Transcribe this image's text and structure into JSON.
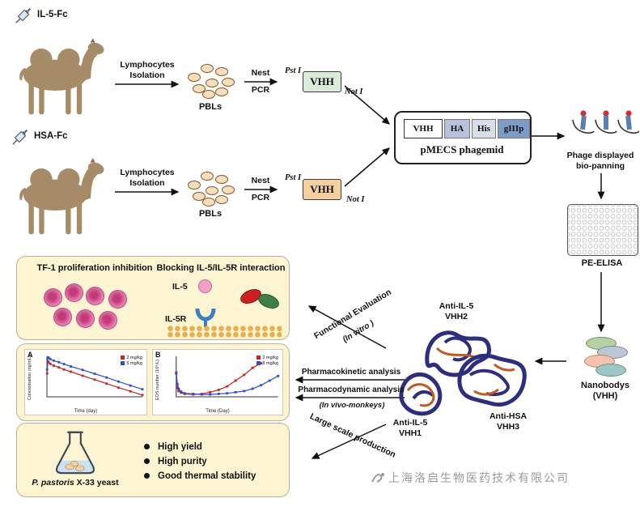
{
  "colors": {
    "panel_bg": "#fdf5d1",
    "vhh_green_fill": "#d9ecd9",
    "vhh_orange_fill": "#f5cf9e",
    "ribbon_navy": "#2e2e80",
    "ribbon_orange": "#c25a20",
    "inhibit_red": "#d42020",
    "receptor_blue": "#3a7fc1",
    "membrane_orange": "#e8b04a",
    "camel_tan": "#a68c66"
  },
  "top": {
    "antigen1": "IL-5-Fc",
    "antigen2": "HSA-Fc",
    "lymph_line1": "Lymphocytes",
    "lymph_line2": "Isolation",
    "nest": "Nest",
    "pcr": "PCR",
    "pbls": "PBLs",
    "pst": "Pst I",
    "not": "Not I",
    "vhh": "VHH",
    "phagemid": {
      "title": "pMECS phagemid",
      "segments": [
        "VHH",
        "HA",
        "His",
        "gIIIp"
      ]
    }
  },
  "right": {
    "biopanning_line1": "Phage displayed",
    "biopanning_line2": "bio-panning",
    "elisa": "PE-ELISA",
    "nanobodys_line1": "Nanobodys",
    "nanobodys_line2": "(VHH)"
  },
  "proteins": {
    "vhh2_line1": "Anti-IL-5",
    "vhh2_line2": "VHH2",
    "vhh1_line1": "Anti-IL-5",
    "vhh1_line2": "VHH1",
    "vhh3_line1": "Anti-HSA",
    "vhh3_line2": "VHH3"
  },
  "flows": {
    "functional": "Functional Evaluation",
    "functional_sub": "(In vitro )",
    "pk": "Pharmacokinetic analysis",
    "pd": "Pharmacodynamic analysis",
    "invivo": "(In vivo-monkeys)",
    "production": "Large scale production"
  },
  "panel1": {
    "left_title": "TF-1 proliferation inhibition",
    "right_title": "Blocking IL-5/IL-5R interaction",
    "il5": "IL-5",
    "il5r": "IL-5R"
  },
  "panel3": {
    "yeast_italic": "P. pastoris",
    "yeast_rest": " X-33 yeast",
    "bullets": [
      "High yield",
      "High purity",
      "Good thermal stability"
    ]
  },
  "watermark": "上海洛启生物医药技术有限公司",
  "chart_data": [
    {
      "id": "pharmacokinetics",
      "type": "line",
      "title": "A",
      "ylabel": "Concentration (ng/mL)",
      "xlabel": "Time (day)",
      "ylog": true,
      "xlim": [
        0,
        56
      ],
      "ylim": [
        10,
        100000
      ],
      "legend_position": "top-right",
      "series": [
        {
          "name": "2 mg/kg",
          "color": "#cc2222",
          "points": [
            [
              0.1,
              2000
            ],
            [
              0.5,
              30000
            ],
            [
              1,
              25000
            ],
            [
              2,
              18000
            ],
            [
              4,
              12000
            ],
            [
              7,
              8000
            ],
            [
              10,
              5000
            ],
            [
              14,
              3000
            ],
            [
              21,
              1200
            ],
            [
              28,
              500
            ],
            [
              35,
              200
            ],
            [
              42,
              80
            ],
            [
              49,
              35
            ],
            [
              56,
              15
            ]
          ]
        },
        {
          "name": "5 mg/kg",
          "color": "#2b4fd0",
          "points": [
            [
              0.1,
              5000
            ],
            [
              0.5,
              80000
            ],
            [
              1,
              70000
            ],
            [
              2,
              52000
            ],
            [
              4,
              38000
            ],
            [
              7,
              26000
            ],
            [
              10,
              17000
            ],
            [
              14,
              10000
            ],
            [
              21,
              4500
            ],
            [
              28,
              1900
            ],
            [
              35,
              800
            ],
            [
              42,
              320
            ],
            [
              49,
              130
            ],
            [
              56,
              55
            ]
          ]
        }
      ]
    },
    {
      "id": "pharmacodynamics",
      "type": "line",
      "title": "B",
      "ylabel": "EOS number (10⁹/L)",
      "xlabel": "Time (Day)",
      "ylog": false,
      "xlim": [
        0,
        84
      ],
      "ylim": [
        0,
        0.7
      ],
      "legend_position": "top-right",
      "series": [
        {
          "name": "2 mg/kg",
          "color": "#cc2222",
          "points": [
            [
              0,
              0.42
            ],
            [
              1,
              0.15
            ],
            [
              2,
              0.1
            ],
            [
              4,
              0.07
            ],
            [
              7,
              0.05
            ],
            [
              14,
              0.04
            ],
            [
              21,
              0.05
            ],
            [
              28,
              0.08
            ],
            [
              35,
              0.12
            ],
            [
              42,
              0.18
            ],
            [
              49,
              0.28
            ],
            [
              56,
              0.38
            ],
            [
              63,
              0.5
            ],
            [
              70,
              0.58
            ]
          ]
        },
        {
          "name": "8 mg/kg",
          "color": "#2b4fd0",
          "points": [
            [
              0,
              0.4
            ],
            [
              1,
              0.22
            ],
            [
              2,
              0.14
            ],
            [
              4,
              0.09
            ],
            [
              7,
              0.06
            ],
            [
              14,
              0.05
            ],
            [
              21,
              0.04
            ],
            [
              28,
              0.04
            ],
            [
              35,
              0.05
            ],
            [
              42,
              0.06
            ],
            [
              49,
              0.08
            ],
            [
              56,
              0.1
            ],
            [
              63,
              0.14
            ],
            [
              70,
              0.2
            ],
            [
              77,
              0.28
            ],
            [
              84,
              0.36
            ]
          ]
        }
      ]
    }
  ]
}
